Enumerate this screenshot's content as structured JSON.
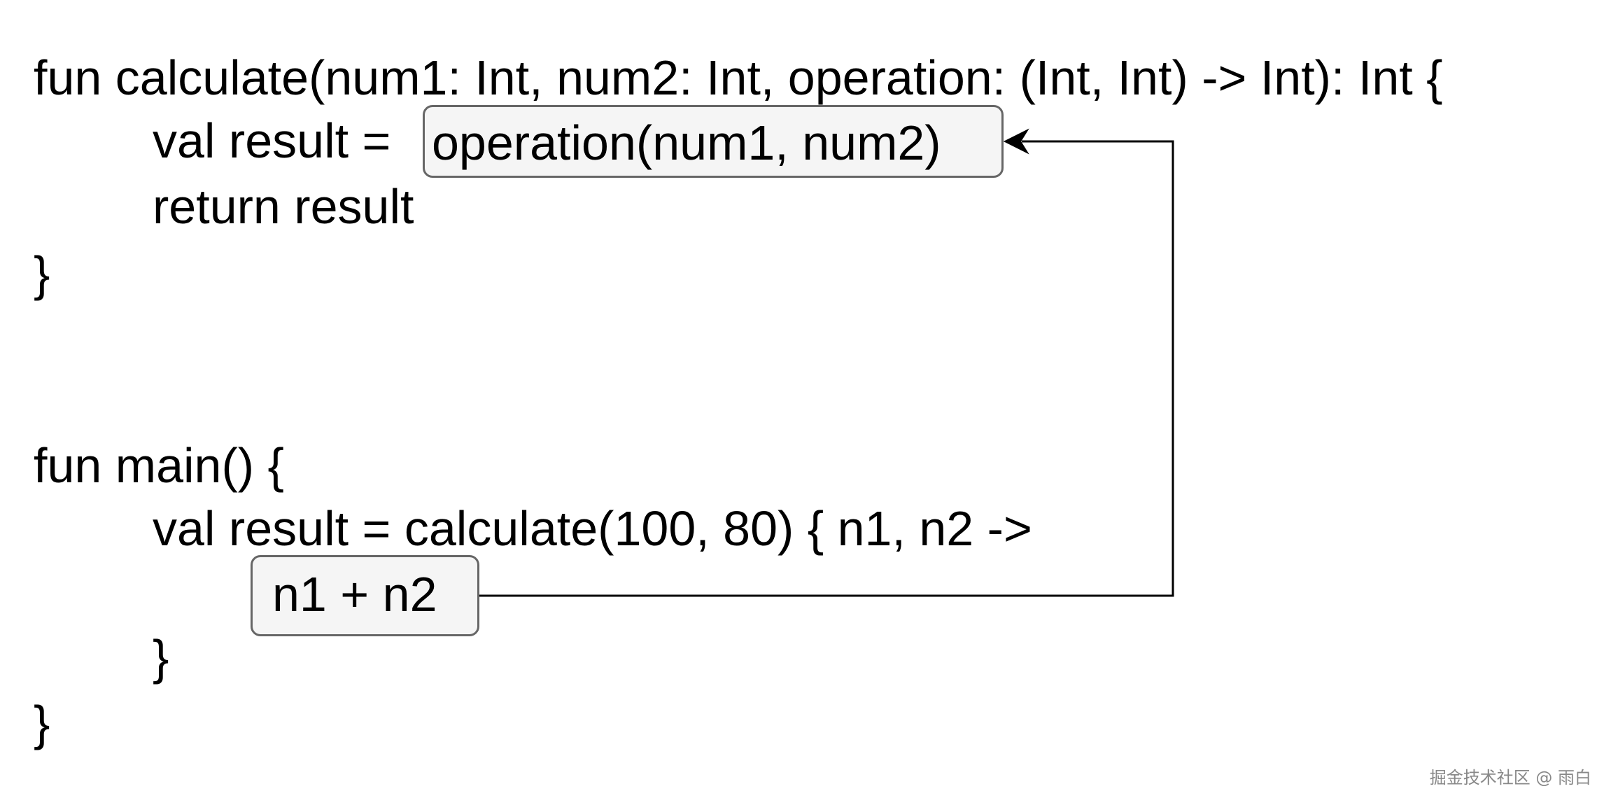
{
  "code": {
    "line1": "fun calculate(num1: Int, num2: Int, operation: (Int, Int) -> Int): Int {",
    "line2_prefix": "val result = ",
    "line2_highlight": "operation(num1, num2)",
    "line3": "return result",
    "line4": "}",
    "line5": "fun main() {",
    "line6": "val result = calculate(100, 80) { n1, n2 ->",
    "line7_highlight": "n1 + n2",
    "line8": "}",
    "line9": "}"
  },
  "watermark": "掘金技术社区 @ 雨白",
  "colors": {
    "box_fill": "#f5f5f5",
    "box_border": "#666666",
    "connector": "#000000"
  }
}
